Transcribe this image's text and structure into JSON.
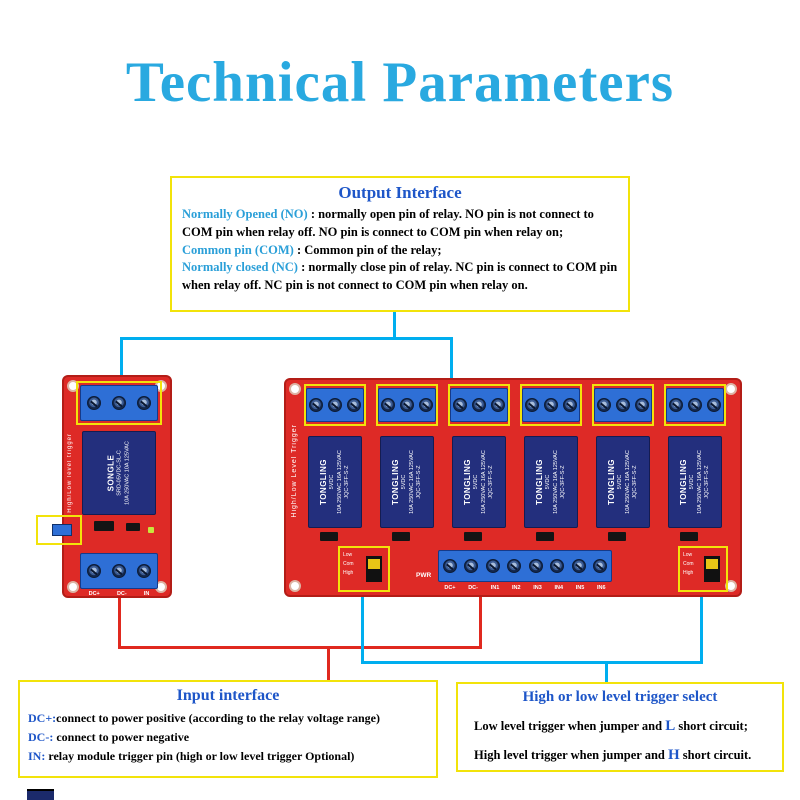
{
  "page": {
    "title": "Technical Parameters"
  },
  "output_interface": {
    "title": "Output Interface",
    "items": [
      {
        "lead": "Normally Opened (NO)",
        "text": " : normally open pin of relay.  NO pin is not connect to COM pin when relay off. NO pin is connect to COM pin when relay on;"
      },
      {
        "lead": "Common pin (COM)",
        "text": " : Common pin of the relay;"
      },
      {
        "lead": "Normally closed (NC)",
        "text": " : normally close pin of relay. NC pin is connect to COM pin when relay off. NC pin is not connect to COM pin when relay on."
      }
    ]
  },
  "input_interface": {
    "title": "Input interface",
    "items": [
      {
        "lead": "DC+:",
        "text": "connect to power positive (according to the relay voltage range)"
      },
      {
        "lead": "DC-:",
        "text": " connect to power negative"
      },
      {
        "lead": "IN:",
        "text": " relay module trigger pin (high or low level trigger Optional)"
      }
    ]
  },
  "trigger_select": {
    "title": "High or low level trigger select",
    "items": [
      {
        "pre": "Low level trigger when jumper and ",
        "key": "L",
        "post": " short circuit;"
      },
      {
        "pre": "High level trigger when jumper and ",
        "key": "H",
        "post": " short circuit."
      }
    ]
  },
  "modules": {
    "single": {
      "side_label": "High/Low level trigger",
      "relay": {
        "brand": "SONGLE",
        "model": "SRD-05VDC-SL-C",
        "rating": "10A 250VAC 10A 125VAC"
      },
      "bottom_labels": [
        "DC+",
        "DC-",
        "IN"
      ]
    },
    "six": {
      "side_label": "High/Low Level Trigger",
      "relay": {
        "brand": "TONGLING",
        "voltage": "5VDC",
        "rating": "10A 250VAC 16A 125VAC",
        "model": "JQC-3FF-S-Z"
      },
      "bottom_labels": [
        "DC+",
        "DC-",
        "IN1",
        "IN2",
        "IN3",
        "IN4",
        "IN5",
        "IN6"
      ],
      "pwr": "PWR",
      "jumper_labels": [
        "Low",
        "Com",
        "High"
      ]
    }
  },
  "colors": {
    "title_cyan": "#29A9E0",
    "heading_blue": "#1E56C8",
    "lead_cyan": "#2A9FD8",
    "box_yellow": "#F2E30A",
    "pcb_red": "#DE2A26",
    "relay_navy": "#232F7D",
    "terminal_blue": "#2E6FD6",
    "line_cyan": "#00AEEF",
    "line_red": "#E0291F"
  }
}
